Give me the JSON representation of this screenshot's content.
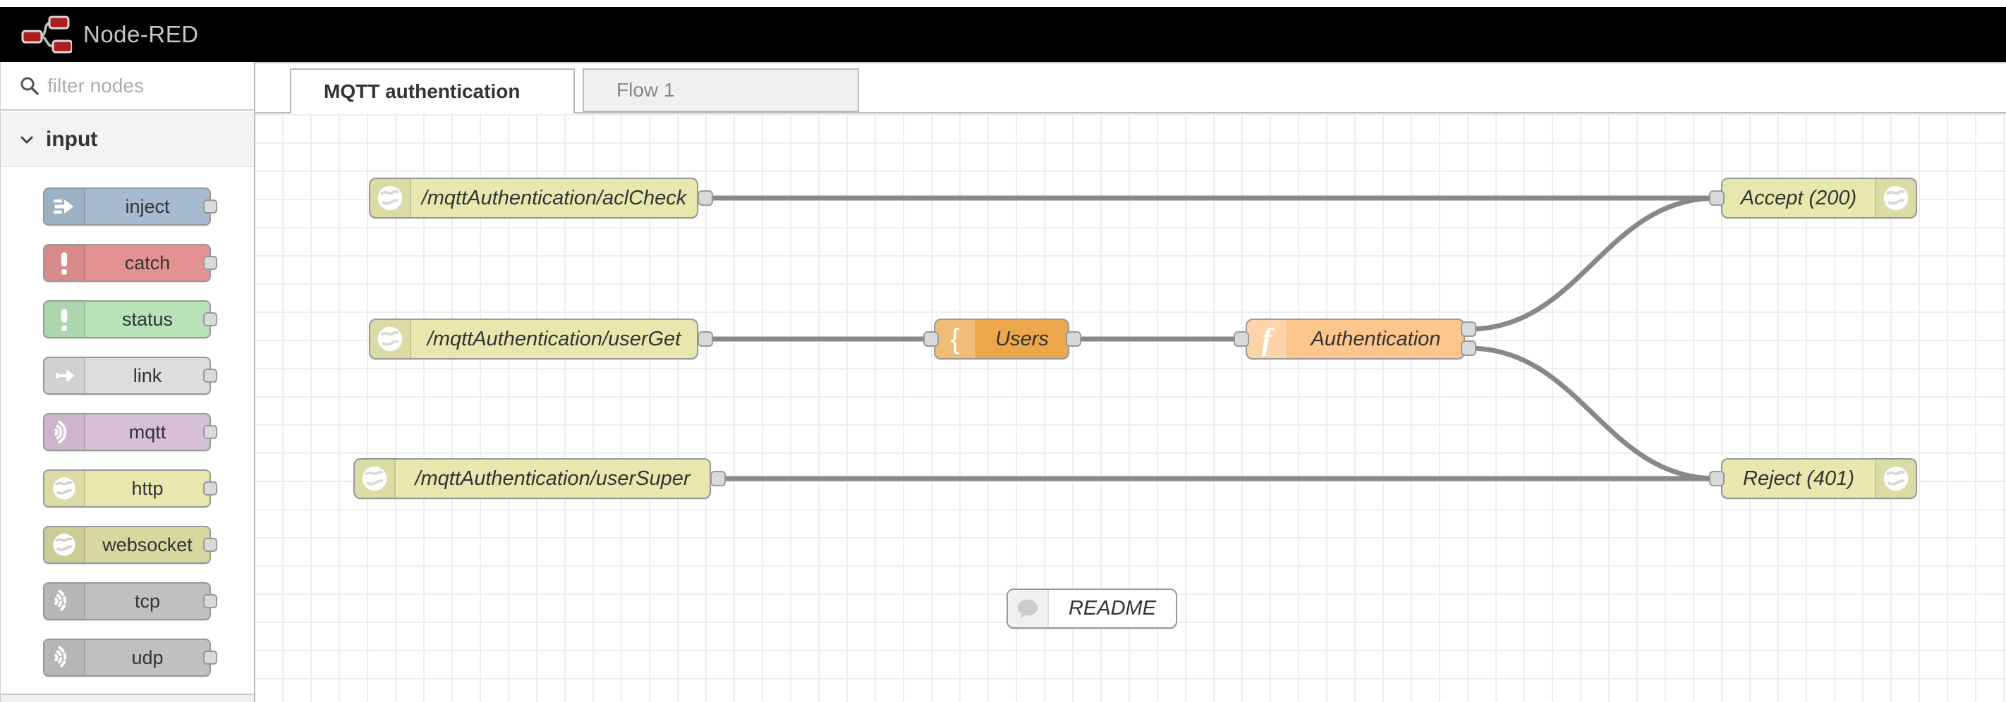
{
  "header": {
    "title": "Node-RED"
  },
  "sidebar": {
    "search": {
      "placeholder": "filter nodes"
    },
    "category": {
      "label": "input",
      "state": "expanded"
    },
    "palette": [
      {
        "label": "inject",
        "color": "#a6bbcf",
        "icon": "inject-arrow-icon"
      },
      {
        "label": "catch",
        "color": "#e49191",
        "icon": "exclamation-icon"
      },
      {
        "label": "status",
        "color": "#b8e2b8",
        "icon": "exclamation-icon"
      },
      {
        "label": "link",
        "color": "#dddddd",
        "icon": "link-arrow-icon"
      },
      {
        "label": "mqtt",
        "color": "#d8bfd8",
        "icon": "wireless-icon"
      },
      {
        "label": "http",
        "color": "#e7e7ae",
        "icon": "globe-icon"
      },
      {
        "label": "websocket",
        "color": "#d7d7a0",
        "icon": "globe-icon"
      },
      {
        "label": "tcp",
        "color": "#c0c0c0",
        "icon": "wireless-icon"
      },
      {
        "label": "udp",
        "color": "#c0c0c0",
        "icon": "wireless-icon"
      }
    ]
  },
  "tabs": [
    {
      "label": "MQTT authentication",
      "active": true
    },
    {
      "label": "Flow 1",
      "active": false
    }
  ],
  "flow": {
    "nodes": [
      {
        "id": "aclCheck",
        "label": "/mqttAuthentication/aclCheck",
        "type": "http-in",
        "color": "#e7e7ae",
        "icon": "globe-icon"
      },
      {
        "id": "userGet",
        "label": "/mqttAuthentication/userGet",
        "type": "http-in",
        "color": "#e7e7ae",
        "icon": "globe-icon"
      },
      {
        "id": "userSuper",
        "label": "/mqttAuthentication/userSuper",
        "type": "http-in",
        "color": "#e7e7ae",
        "icon": "globe-icon"
      },
      {
        "id": "users",
        "label": "Users",
        "type": "template",
        "color": "#eca64b",
        "icon": "template-icon"
      },
      {
        "id": "auth",
        "label": "Authentication",
        "type": "function",
        "color": "#fdc68c",
        "icon": "function-icon",
        "outputs": 2
      },
      {
        "id": "accept",
        "label": "Accept (200)",
        "type": "http-response",
        "color": "#e7e7ae",
        "icon": "globe-icon"
      },
      {
        "id": "reject",
        "label": "Reject (401)",
        "type": "http-response",
        "color": "#e7e7ae",
        "icon": "globe-icon"
      },
      {
        "id": "readme",
        "label": "README",
        "type": "comment",
        "color": "#ffffff",
        "icon": "comment-icon"
      }
    ],
    "wires": [
      {
        "from": "aclCheck",
        "to": "accept"
      },
      {
        "from": "userGet",
        "to": "users"
      },
      {
        "from": "users",
        "to": "auth"
      },
      {
        "from": "auth:1",
        "to": "accept"
      },
      {
        "from": "auth:2",
        "to": "reject"
      },
      {
        "from": "userSuper",
        "to": "reject"
      }
    ],
    "colors": {
      "wire": "#888888",
      "grid": "#eeeeee",
      "node_border": "#999999",
      "port_fill": "#d9d9d9"
    }
  }
}
